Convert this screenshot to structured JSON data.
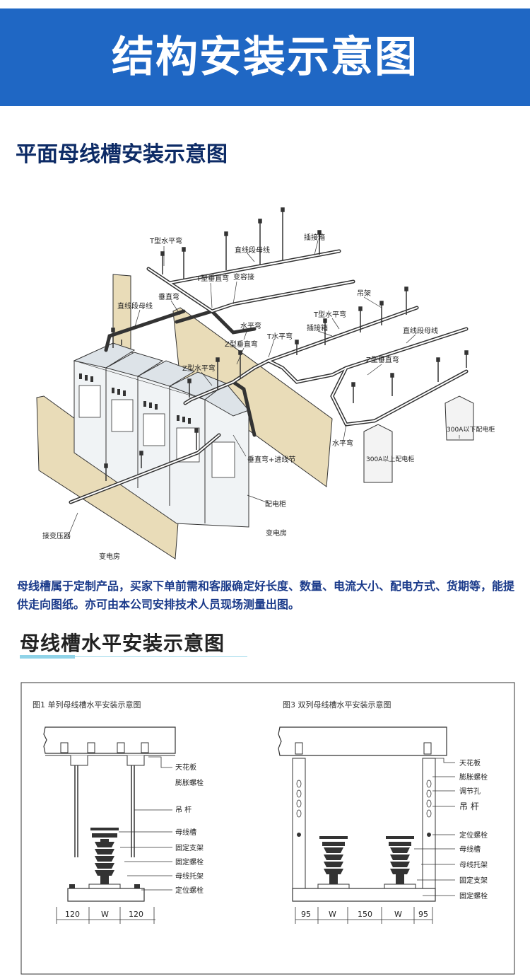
{
  "banner": {
    "title": "结构安装示意图",
    "bg": "#1f67c4"
  },
  "plan_section": {
    "title": "平面母线槽安装示意图",
    "labels": {
      "t_horizontal_bend_1": "T型水平弯",
      "plug_box_1": "插接箱",
      "straight_busway_1": "直线段母线",
      "t_vertical_bend_1": "T型垂直弯",
      "reducer": "变容接",
      "vertical_bend": "垂直弯",
      "straight_busway_2": "直线段母线",
      "hanger": "吊架",
      "t_horizontal_bend_2": "T型水平弯",
      "plug_box_2": "插接箱",
      "straight_busway_3": "直线段母线",
      "horizontal_bend_1": "水平弯",
      "t_horizontal_bend_3": "T水平弯",
      "z_vertical_bend_1": "Z型垂直弯",
      "z_vertical_bend_2": "Z型垂直弯",
      "z_horizontal_bend": "Z型水平弯",
      "cabinet_below_300a": "300A以下配电柜",
      "cabinet_above_300a": "300A以上配电柜",
      "horizontal_bend_2": "水平弯",
      "vertical_bend_inlet": "垂直弯+进线节",
      "distribution_cabinet": "配电柜",
      "transformer_conn": "接变压器",
      "substation_1": "变电房",
      "substation_2": "变电房"
    }
  },
  "description": "母线槽属于定制产品，买家下单前需和客服确定好长度、数量、电流大小、配电方式、货期等，能提供走向图纸。亦可由本公司安排技术人员现场测量出图。",
  "horizontal_section": {
    "title": "母线槽水平安装示意图",
    "fig1": {
      "title": "图1  单列母线槽水平安装示意图",
      "labels": [
        "天花板",
        "膨胀螺栓",
        "吊 杆",
        "母线槽",
        "固定支架",
        "固定螺栓",
        "母线托架",
        "定位螺栓"
      ],
      "dims": [
        "120",
        "W",
        "120"
      ]
    },
    "fig3": {
      "title": "图3  双列母线槽水平安装示意图",
      "labels": [
        "天花板",
        "膨胀螺栓",
        "调节孔",
        "吊 杆",
        "定位螺栓",
        "母线槽",
        "母线托架",
        "固定支架",
        "固定螺栓"
      ],
      "dims": [
        "95",
        "W",
        "150",
        "W",
        "95"
      ]
    }
  }
}
